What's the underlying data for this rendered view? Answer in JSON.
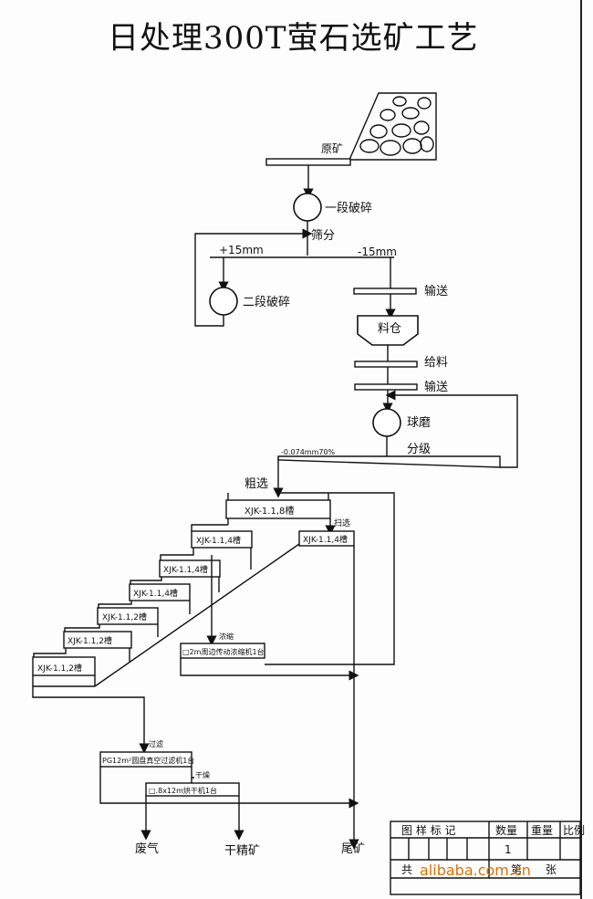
{
  "title": "日处理300T萤石选矿工艺",
  "labels": {
    "raw_ore": "原矿",
    "primary_crush": "一段破碎",
    "screening": "筛分",
    "oversize": "+15mm",
    "undersize": "-15mm",
    "secondary_crush": "二段破碎",
    "convey_1": "输送",
    "bin": "料仓",
    "feed": "给料",
    "convey_2": "输送",
    "ball_mill": "球磨",
    "grind_size": "-0.074mm70%",
    "classify": "分级",
    "rougher": "粗选",
    "scavenger": "扫选",
    "thickening": "浓缩",
    "thickener": "□2m周边传动浓缩机1台",
    "filtration": "过滤",
    "filter": "PG12m²圆盘真空过滤机1台",
    "drying": "干燥",
    "dryer": "□.8x12m烘干机1台",
    "waste_gas": "废气",
    "dry_concentrate": "干精矿",
    "tailings": "尾矿"
  },
  "cells": [
    {
      "id": "rougher",
      "label": "XJK-1.1,8槽"
    },
    {
      "id": "clean1",
      "label": "XJK-1.1,4槽"
    },
    {
      "id": "clean2",
      "label": "XJK-1.1,4槽"
    },
    {
      "id": "clean3",
      "label": "XJK-1.1,4槽"
    },
    {
      "id": "clean4",
      "label": "XJK-1.1,2槽"
    },
    {
      "id": "clean5",
      "label": "XJK-1.1,2槽"
    },
    {
      "id": "clean6",
      "label": "XJK-1.1,2槽"
    },
    {
      "id": "scavenger",
      "label": "XJK-1.1,4槽"
    }
  ],
  "title_block": {
    "drawing_mark": "图 样 标 记",
    "quantity": "数量",
    "weight": "重量",
    "scale": "比例",
    "quantity_value": "1",
    "sheets": "共",
    "sheet": "第",
    "sheet_unit": "张"
  },
  "watermark": "alibaba.com.cn"
}
